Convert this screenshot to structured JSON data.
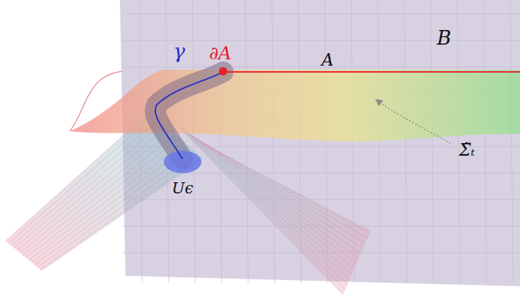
{
  "diagram": {
    "labels": [
      "γ",
      "∂A",
      "A",
      "B",
      "Σ̃ₜ",
      "Uϵ"
    ]
  }
}
